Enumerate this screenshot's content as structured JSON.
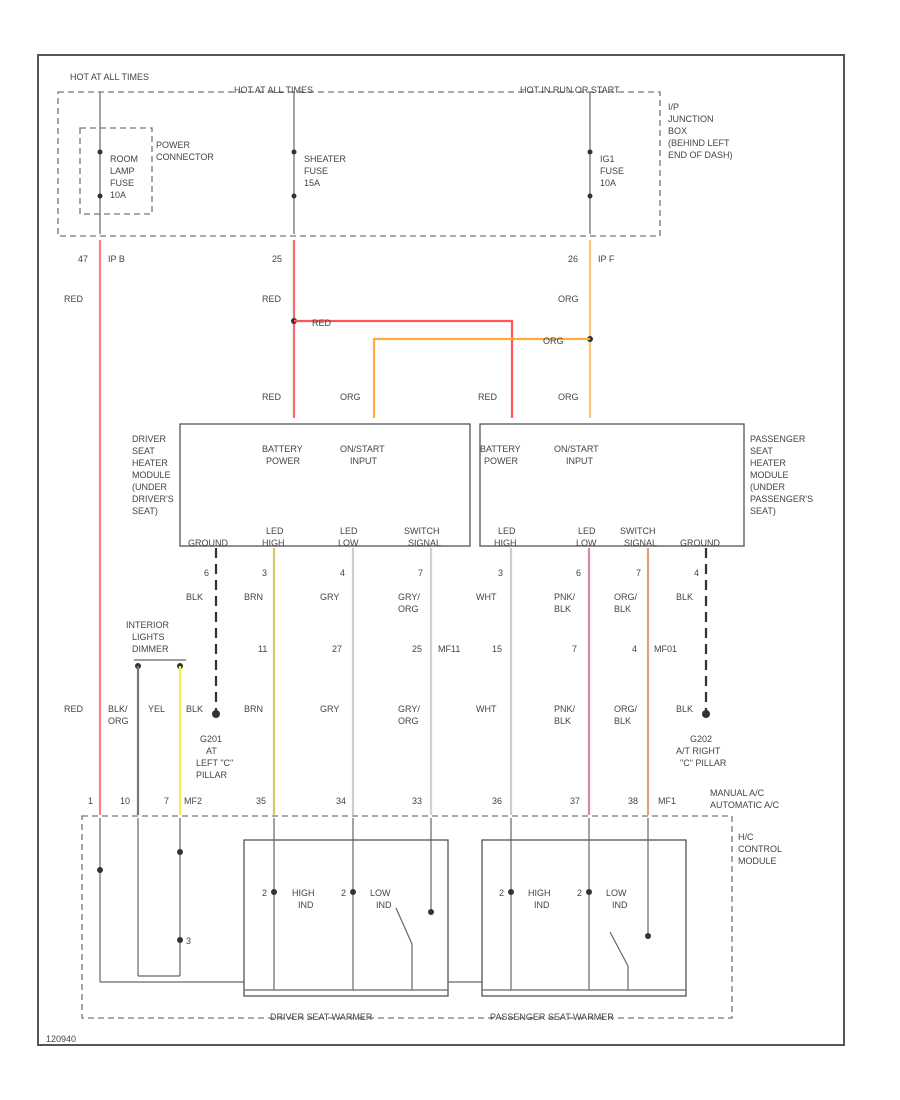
{
  "colors": {
    "RED": "#ff4d4d",
    "ORG": "#ffb347",
    "BRN": "#cfc36a",
    "YEL": "#f2f24a",
    "GRY": "#bfbfbf",
    "GRY_ORG": "#d2c9c0",
    "WHT": "#cccccc",
    "PNK_BLK": "#d48aa3",
    "ORG_BLK": "#e6a07a",
    "BLK": "#333333"
  },
  "top": {
    "hot_at_all_times_1": "HOT AT ALL TIMES",
    "hot_at_all_times_2": "HOT AT ALL TIMES",
    "hot_in_run": "HOT IN RUN OR START",
    "ip_junction_box": [
      "I/P",
      "JUNCTION",
      "BOX",
      "(BEHIND LEFT",
      "END OF DASH)"
    ],
    "power_connector": [
      "POWER",
      "CONNECTOR"
    ],
    "fuses": [
      {
        "lines": [
          "ROOM",
          "LAMP",
          "FUSE",
          "10A"
        ]
      },
      {
        "lines": [
          "SHEATER",
          "FUSE",
          "15A"
        ]
      },
      {
        "lines": [
          "IG1",
          "FUSE",
          "10A"
        ]
      }
    ],
    "fuse_pins": [
      "47",
      "IP B",
      "25",
      "26",
      "IP F"
    ]
  },
  "wire_labels": {
    "red": "RED",
    "org": "ORG",
    "yel": "YEL",
    "blk": "BLK",
    "brn": "BRN",
    "gry": "GRY",
    "wht": "WHT",
    "blk_org": [
      "BLK/",
      "ORG"
    ],
    "gry_org": [
      "GRY/",
      "ORG"
    ],
    "pnk_blk": [
      "PNK/",
      "BLK"
    ],
    "org_blk": [
      "ORG/",
      "BLK"
    ]
  },
  "modules": {
    "driver": {
      "title": [
        "DRIVER",
        "SEAT",
        "HEATER",
        "MODULE",
        "(UNDER",
        "DRIVER'S",
        "SEAT)"
      ],
      "battery": [
        "BATTERY",
        "POWER"
      ],
      "onstart": [
        "ON/START",
        "INPUT"
      ],
      "ground": "GROUND",
      "led_high": [
        "LED",
        "HIGH"
      ],
      "led_low": [
        "LED",
        "LOW"
      ],
      "switch_signal": [
        "SWITCH",
        "SIGNAL"
      ],
      "pins": [
        "6",
        "3",
        "4",
        "7"
      ]
    },
    "passenger": {
      "title": [
        "PASSENGER",
        "SEAT",
        "HEATER",
        "MODULE",
        "(UNDER",
        "PASSENGER'S",
        "SEAT)"
      ],
      "battery": [
        "BATTERY",
        "POWER"
      ],
      "onstart": [
        "ON/START",
        "INPUT"
      ],
      "ground": "GROUND",
      "led_high": [
        "LED",
        "HIGH"
      ],
      "led_low": [
        "LED",
        "LOW"
      ],
      "switch_signal": [
        "SWITCH",
        "SIGNAL"
      ],
      "pins": [
        "3",
        "6",
        "7",
        "4"
      ]
    }
  },
  "middle": {
    "interior_lights": [
      "INTERIOR",
      "LIGHTS",
      "DIMMER"
    ],
    "conn_pins": [
      "11",
      "27",
      "25",
      "MF11",
      "15",
      "7",
      "4",
      "MF01"
    ],
    "g201": [
      "G201",
      "AT",
      "LEFT \"C\"",
      "PILLAR"
    ],
    "g202": [
      "G202",
      "A/T RIGHT",
      "\"C\" PILLAR"
    ]
  },
  "bottom": {
    "pins": [
      "1",
      "10",
      "7",
      "MF2",
      "35",
      "34",
      "33",
      "36",
      "37",
      "38",
      "MF1"
    ],
    "ac": [
      "MANUAL A/C",
      "AUTOMATIC A/C"
    ],
    "hvac": [
      "H/C",
      "CONTROL",
      "MODULE"
    ],
    "driver_warmer": "DRIVER SEAT WARMER",
    "passenger_warmer": "PASSENGER SEAT WARMER",
    "high_ind": [
      "HIGH",
      "IND"
    ],
    "low_ind": [
      "LOW",
      "IND"
    ],
    "led_pins": [
      "2",
      "2",
      "2",
      "2"
    ],
    "ground_pin": "3"
  },
  "footer_code": "120940"
}
